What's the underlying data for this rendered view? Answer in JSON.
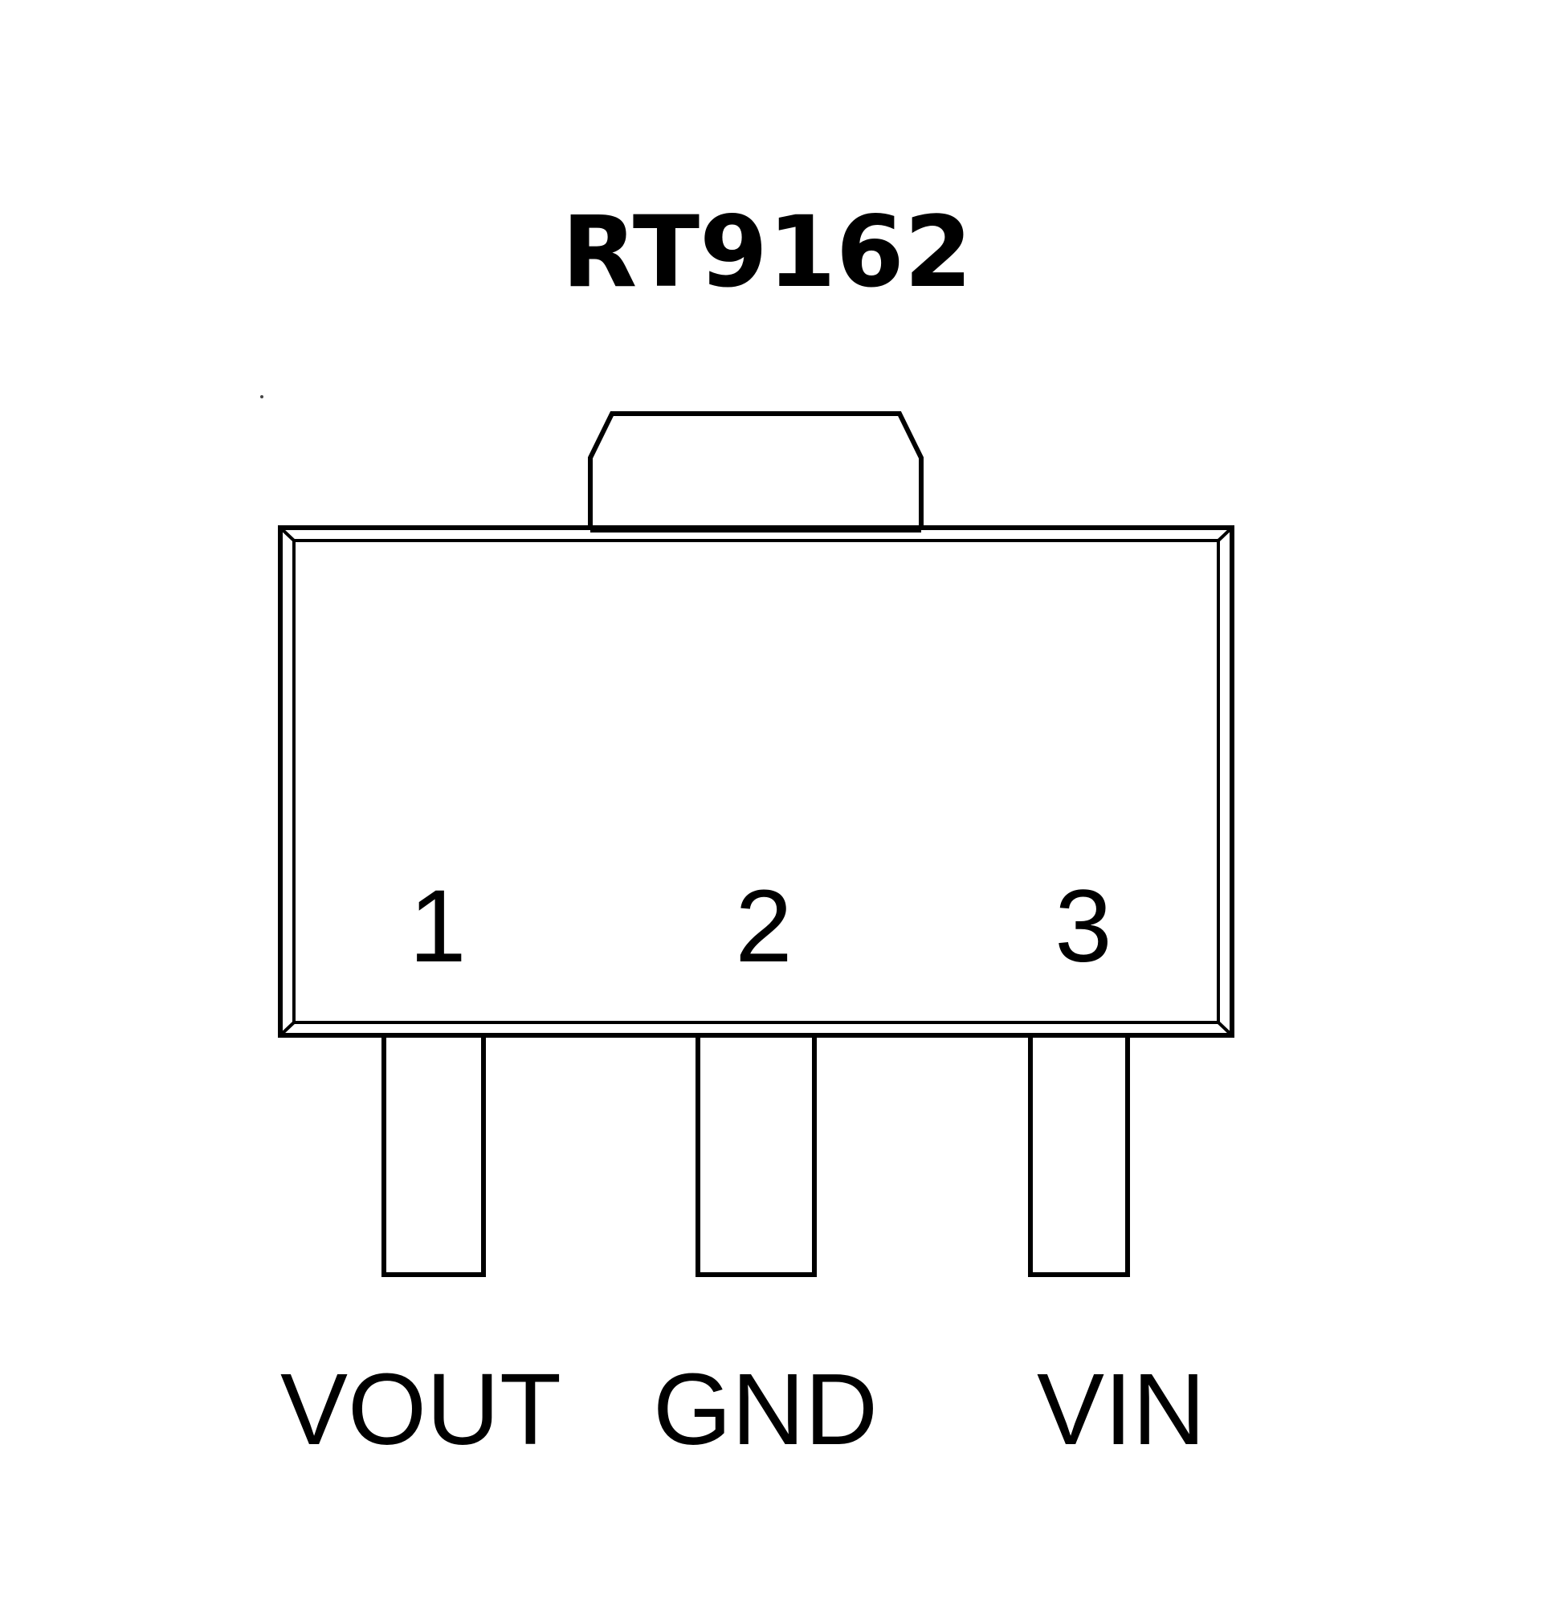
{
  "title": "RT9162",
  "pins": [
    {
      "number": "1",
      "name": "VOUT"
    },
    {
      "number": "2",
      "name": "GND"
    },
    {
      "number": "3",
      "name": "VIN"
    }
  ]
}
